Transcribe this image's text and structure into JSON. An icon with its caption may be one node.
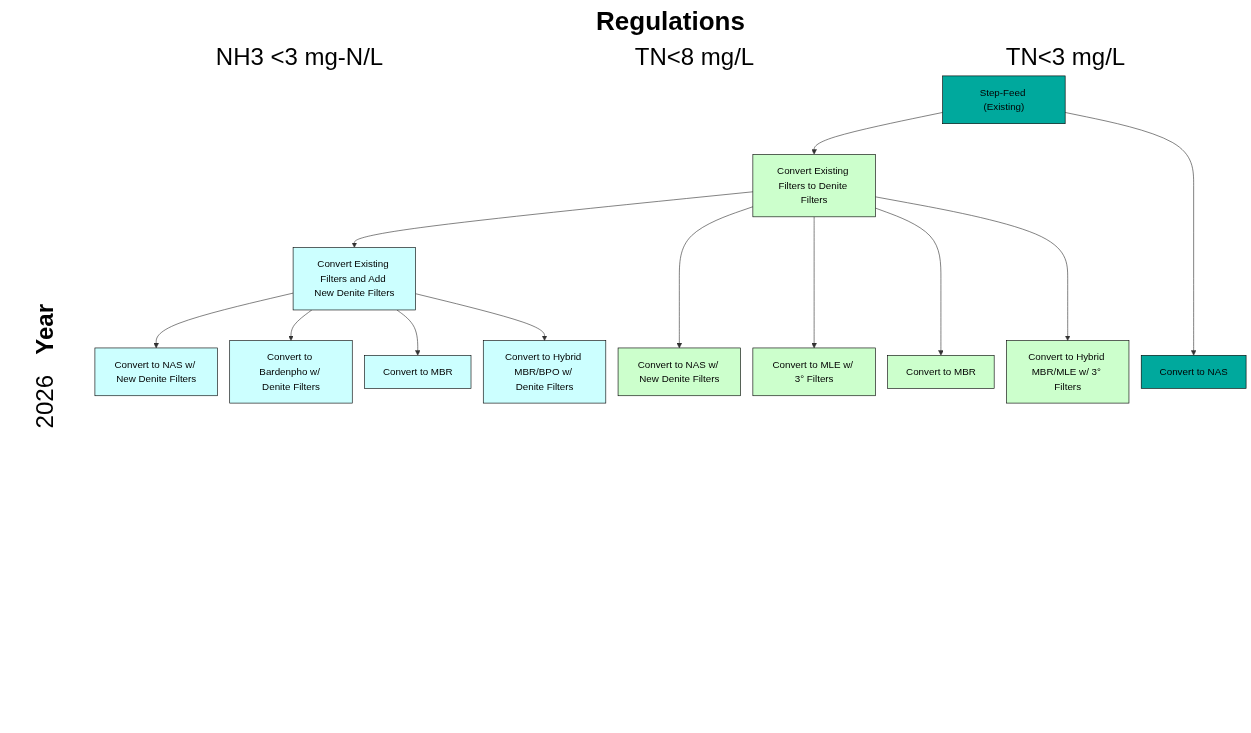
{
  "diagram": {
    "nodes": [
      {
        "text": [
          "Step-Feed (Existing)"
        ]
      },
      {
        "text": [
          "Convert Existing Filters to Denite Filters"
        ]
      },
      {
        "text": [
          "Convert Existing Filters and Add New Denite Filters"
        ]
      },
      {
        "text": [
          "Convert to NAS"
        ]
      },
      {
        "text": [
          "Convert to NAS w/ New Denite Filters"
        ]
      },
      {
        "text": [
          "Convert to MLE w/ 3° Filters"
        ]
      },
      {
        "text": [
          "Convert to MBR"
        ]
      },
      {
        "text": [
          "Convert to Hybrid MBR/MLE w/ 3° Filters"
        ]
      },
      {
        "text": [
          "Convert to NAS w/ New Denite Filters"
        ]
      },
      {
        "text": [
          "Convert to Bardenpho w/ Denite Filters"
        ]
      },
      {
        "text": [
          "Convert to MBR"
        ]
      },
      {
        "text": [
          "Convert to Hybrid MBR/BPO w/ Denite Filters"
        ]
      }
    ],
    "edges": [
      {
        "from": 0,
        "to": 1,
        "arrow": "to"
      },
      {
        "from": 1,
        "to": 2,
        "arrow": "to"
      },
      {
        "from": 0,
        "to": 3,
        "arrow": "to"
      },
      {
        "from": 1,
        "to": 4,
        "arrow": "to"
      },
      {
        "from": 1,
        "to": 5,
        "arrow": "to"
      },
      {
        "from": 1,
        "to": 6,
        "arrow": "to"
      },
      {
        "from": 1,
        "to": 7,
        "arrow": "to"
      },
      {
        "from": 2,
        "to": 8,
        "arrow": "to"
      },
      {
        "from": 2,
        "to": 9,
        "arrow": "to"
      },
      {
        "from": 2,
        "to": 10,
        "arrow": "to"
      },
      {
        "from": 2,
        "to": 11,
        "arrow": "to"
      }
    ],
    "labels": [
      "Regulations",
      "NH3 <3 mg-N/L",
      "TN<8 mg/L",
      "TN<3 mg/L",
      "Year",
      "2026"
    ]
  }
}
